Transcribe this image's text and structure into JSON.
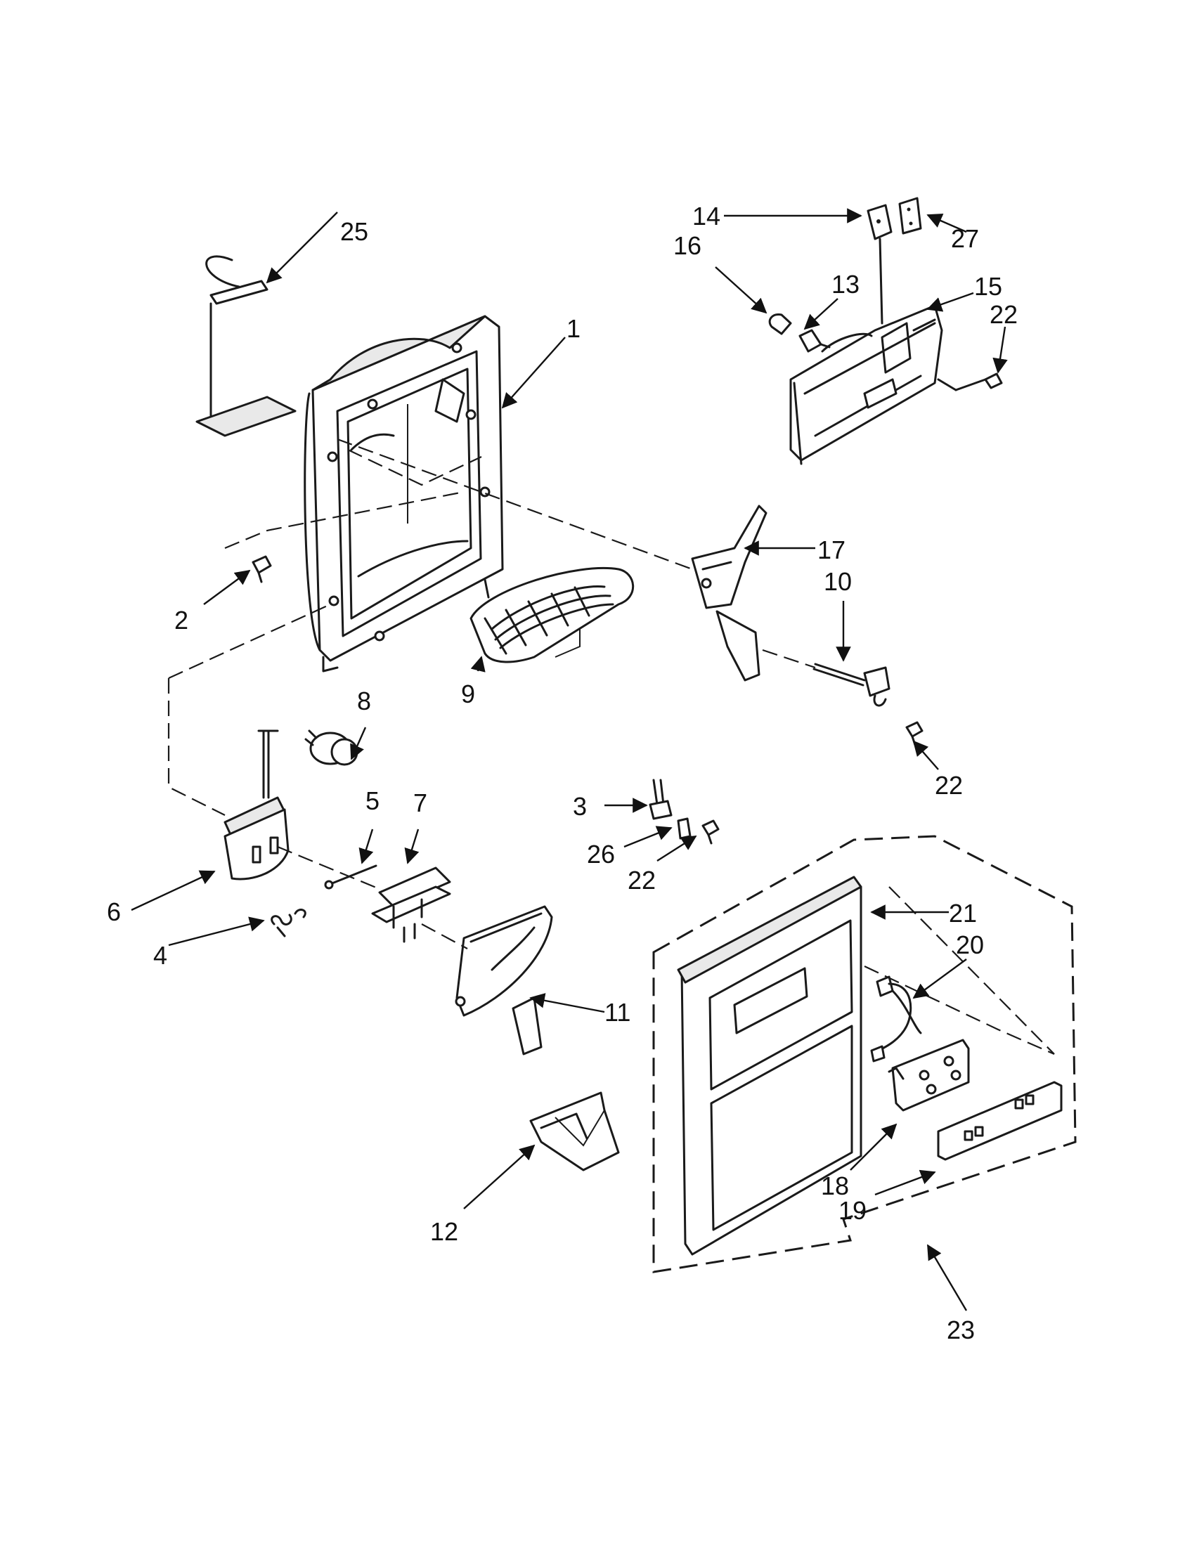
{
  "callouts": [
    {
      "label": "1"
    },
    {
      "label": "2"
    },
    {
      "label": "3"
    },
    {
      "label": "4"
    },
    {
      "label": "5"
    },
    {
      "label": "6"
    },
    {
      "label": "7"
    },
    {
      "label": "8"
    },
    {
      "label": "9"
    },
    {
      "label": "10"
    },
    {
      "label": "11"
    },
    {
      "label": "12"
    },
    {
      "label": "13"
    },
    {
      "label": "14"
    },
    {
      "label": "15"
    },
    {
      "label": "16"
    },
    {
      "label": "17"
    },
    {
      "label": "18"
    },
    {
      "label": "19"
    },
    {
      "label": "20"
    },
    {
      "label": "21"
    },
    {
      "label": "22"
    },
    {
      "label": "22"
    },
    {
      "label": "22"
    },
    {
      "label": "23"
    },
    {
      "label": "25"
    },
    {
      "label": "26"
    },
    {
      "label": "27"
    }
  ]
}
